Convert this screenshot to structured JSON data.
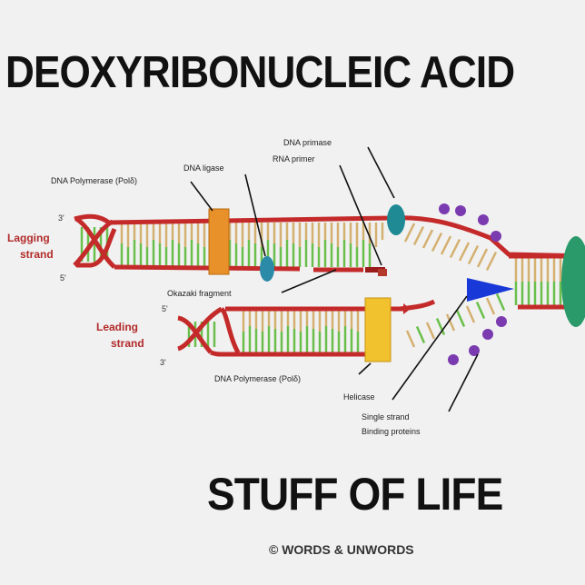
{
  "title": "DEOXYRIBONUCLEIC ACID",
  "subtitle": "STUFF OF LIFE",
  "copyright": "© WORDS & UNWORDS",
  "labels": {
    "dna_primase": "DNA primase",
    "rna_primer": "RNA primer",
    "dna_ligase": "DNA ligase",
    "dna_polymerase_top": "DNA Polymerase (Polδ)",
    "lagging_strand_1": "Lagging",
    "lagging_strand_2": "strand",
    "leading_strand_1": "Leading",
    "leading_strand_2": "strand",
    "okazaki_fragment": "Okazaki fragment",
    "dna_polymerase_bottom": "DNA Polymerase (Polδ)",
    "helicase": "Helicase",
    "ssb_1": "Single strand",
    "ssb_2": "Binding proteins",
    "lag_3prime": "3'",
    "lag_5prime": "5'",
    "lead_5prime": "5'",
    "lead_3prime": "3'"
  },
  "colors": {
    "strand": "#c42a2a",
    "primer": "#9b1b1b",
    "polymerase": "#e8902a",
    "polymerase_bottom": "#f2c12e",
    "ligase": "#2a8aa8",
    "primase": "#1f8a94",
    "helicase": "#1838d8",
    "ssb": "#7a3ab0",
    "base_green": "#6abf4a",
    "base_tan": "#d4b070",
    "hub": "#2a9a6a"
  }
}
